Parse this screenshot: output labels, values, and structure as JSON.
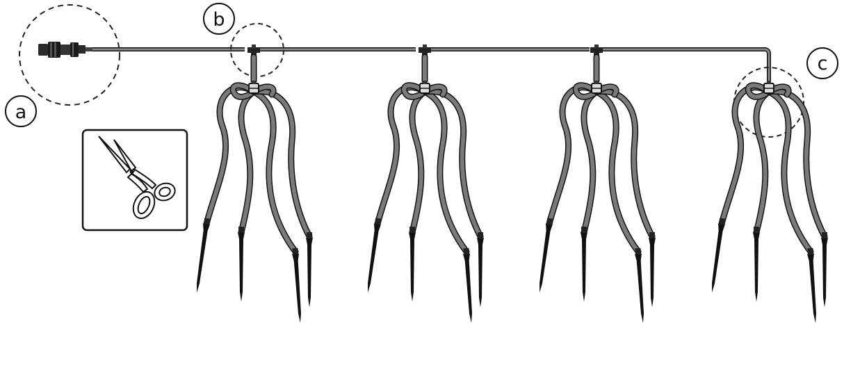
{
  "callouts": {
    "a": "a",
    "b": "b",
    "c": "c"
  },
  "icons": {
    "connector": "hose-connector-icon",
    "tool": "scissors-icon",
    "junction": "tee-connector-icon",
    "distributor": "drip-distributor-icon",
    "stake": "drip-stake-icon"
  },
  "colors": {
    "tube": "#7a7a7a",
    "outline": "#111111",
    "stake": "#111111",
    "callout_circle": "#222222"
  },
  "diagram": {
    "distributor_count": 4,
    "drip_lines_per_distributor": 4
  }
}
